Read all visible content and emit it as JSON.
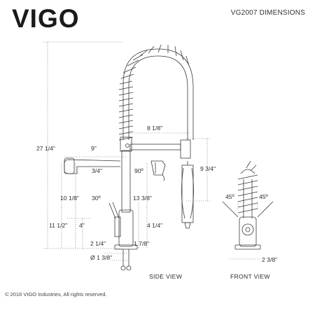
{
  "brand": "VIGO",
  "model_title": "VG2007 DIMENSIONS",
  "dimensions": {
    "overall_height": "27 1/4\"",
    "spout_reach": "9\"",
    "spray_reach": "8 1/8\"",
    "spray_height": "9 3/4\"",
    "spout_diameter": "3/4\"",
    "angle_90": "90º",
    "spout_height": "10 1/8\"",
    "handle_angle_side": "30º",
    "spout_clearance": "13 3/8\"",
    "handle_height": "11 1/2\"",
    "handle_length": "4\"",
    "base_height": "4 1/4\"",
    "handle_offset": "2 1/4\"",
    "base_width": "1 7/8\"",
    "hole_diameter": "Ø 1 3/8\"",
    "front_angle_left": "45º",
    "front_angle_right": "45º",
    "front_width": "2 3/8\""
  },
  "views": {
    "side": "SIDE VIEW",
    "front": "FRONT VIEW"
  },
  "copyright": "© 2016 VIGO Industries, All rights reserved."
}
